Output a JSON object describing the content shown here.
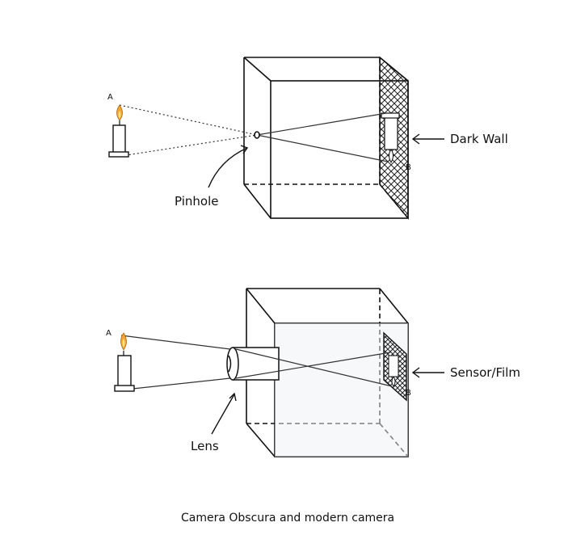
{
  "top": {
    "point_a": "A",
    "point_b": "B",
    "pinhole_label": "Pinhole",
    "wall_label": "Dark Wall"
  },
  "bottom": {
    "point_a": "A",
    "point_b": "B",
    "lens_label": "Lens",
    "sensor_label": "Sensor/Film"
  },
  "caption": "Camera Obscura and modern camera",
  "colors": {
    "flame": "#f2a53a",
    "flame_inner": "#fbe27a",
    "wall_hatch": "#222222",
    "ink": "#111111"
  }
}
